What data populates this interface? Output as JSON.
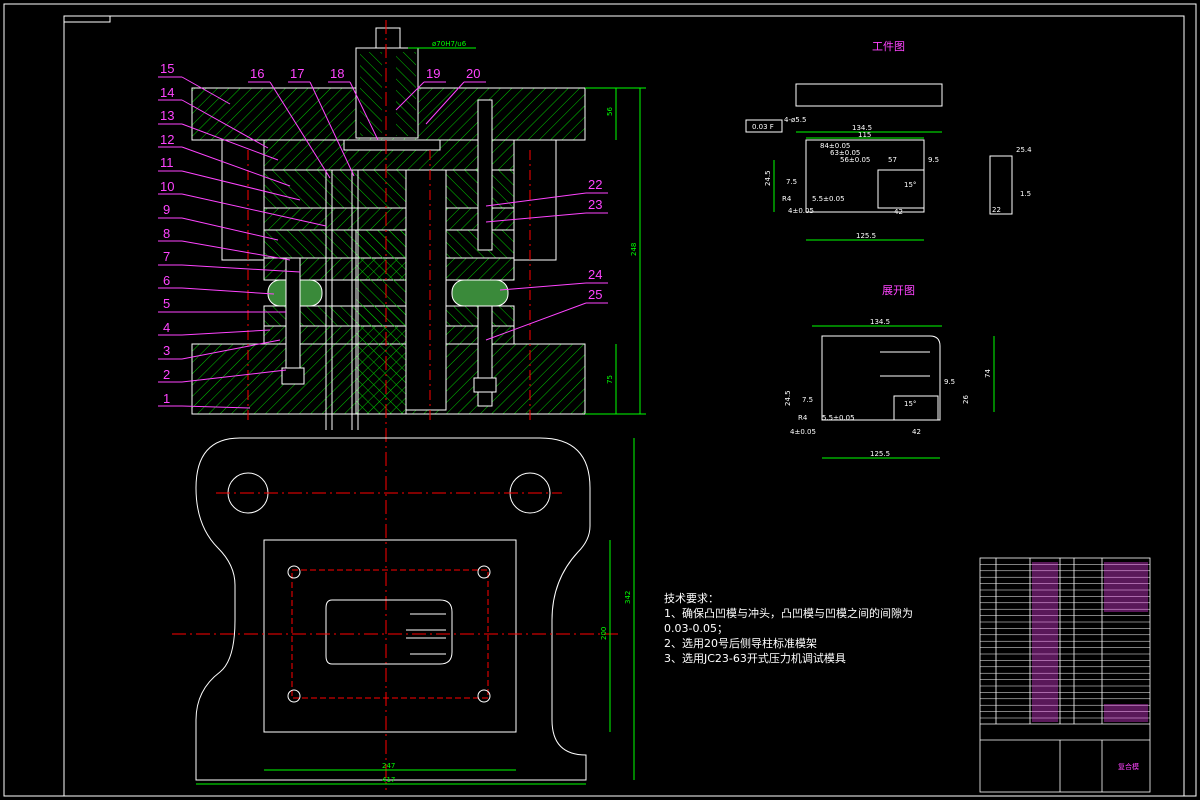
{
  "drawing": {
    "top_dim_label": "ø70H7/u6",
    "left_height_labels": [
      "56",
      "248",
      "75"
    ],
    "plan_dims": [
      "247",
      "417",
      "200",
      "342"
    ],
    "part_numbers": [
      "1",
      "2",
      "3",
      "4",
      "5",
      "6",
      "7",
      "8",
      "9",
      "10",
      "11",
      "12",
      "13",
      "14",
      "15",
      "16",
      "17",
      "18",
      "19",
      "20",
      "22",
      "23",
      "24",
      "25"
    ]
  },
  "workpiece": {
    "title": "工件图",
    "dims": [
      "134.5",
      "115",
      "84±0.05",
      "63±0.05",
      "56±0.05",
      "57",
      "9.5",
      "24.5",
      "7.5",
      "R4",
      "5.5±0.05",
      "4±0.05",
      "125.5",
      "42",
      "15°",
      "25.4",
      "22",
      "1.5",
      "4-ø5.5"
    ],
    "tolerance_frame": "0.03 F"
  },
  "flat_pattern": {
    "title": "展开图",
    "dims": [
      "134.5",
      "74",
      "24.5",
      "7.5",
      "R4",
      "5.5±0.05",
      "4±0.05",
      "125.5",
      "42",
      "15°",
      "26",
      "9.5"
    ]
  },
  "tech_requirements": {
    "heading": "技术要求：",
    "line1": "1、确保凸凹模与冲头，凸凹模与凹模之间的间隙为",
    "line2": "0.03-0.05；",
    "line3": "2、选用20号后侧导柱标准模架",
    "line4": "3、选用JC23-63开式压力机调试模具"
  },
  "title_block": {
    "label": "复合模"
  },
  "colors": {
    "background": "#000000",
    "outline": "#ffffff",
    "hatch": "#00ff00",
    "leader": "#ff00ff",
    "centerline": "#ff0000",
    "dimension": "#00ff00",
    "part_label": "#ff00ff"
  }
}
